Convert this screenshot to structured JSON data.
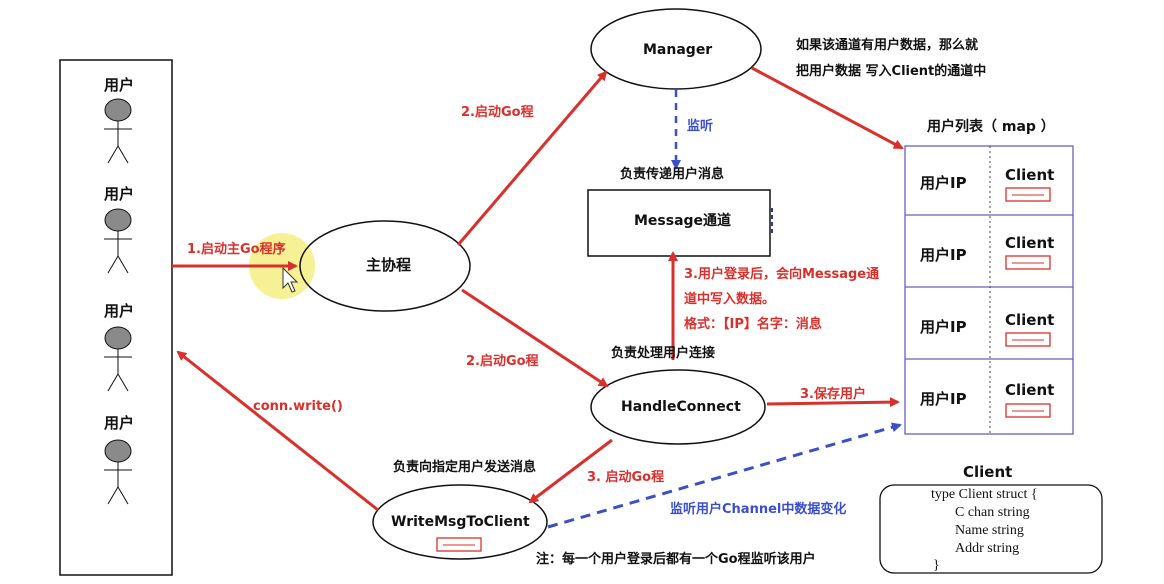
{
  "users_panel": {
    "user_labels": [
      "用户",
      "用户",
      "用户",
      "用户"
    ]
  },
  "nodes": {
    "manager": "Manager",
    "main_goroutine": "主协程",
    "message_channel": "Message通道",
    "handle_connect": "HandleConnect",
    "write_msg_to_client": "WriteMsgToClient"
  },
  "captions": {
    "message_channel": "负责传递用户消息",
    "handle_connect": "负责处理用户连接",
    "write_msg_to_client": "负责向指定用户发送消息"
  },
  "edges": {
    "start_main": "1.启动主Go程序",
    "start_manager": "2.启动Go程",
    "start_handle": "2.启动Go程",
    "listen": "监听",
    "login_write_1": "3.用户登录后，会向Message通",
    "login_write_2": "道中写入数据。",
    "login_format": "格式：【IP】名字：消息",
    "save_user": "3.保存用户",
    "start_writer": "3. 启动Go程",
    "conn_write": "conn.write()",
    "listen_channel": "监听用户Channel中数据变化"
  },
  "manager_note": {
    "line1": "如果该通道有用户数据，那么就",
    "line2": "把用户数据 写入Client的通道中"
  },
  "user_list": {
    "title": "用户列表（ map ）",
    "rows": [
      {
        "ip": "用户IP",
        "client": "Client"
      },
      {
        "ip": "用户IP",
        "client": "Client"
      },
      {
        "ip": "用户IP",
        "client": "Client"
      },
      {
        "ip": "用户IP",
        "client": "Client"
      }
    ]
  },
  "client_struct": {
    "title": "Client",
    "lines": [
      "type Client struct {",
      "C chan string",
      "Name string",
      "Addr string",
      "}"
    ]
  },
  "footnote": "注：每一个用户登录后都有一个Go程监听该用户",
  "colors": {
    "arrow_red": "#d9302c",
    "dashed_blue": "#3a4fc8",
    "table_border": "#6a5fc0",
    "highlight": "#f6f08a",
    "user_head": "#8a8a8a"
  }
}
